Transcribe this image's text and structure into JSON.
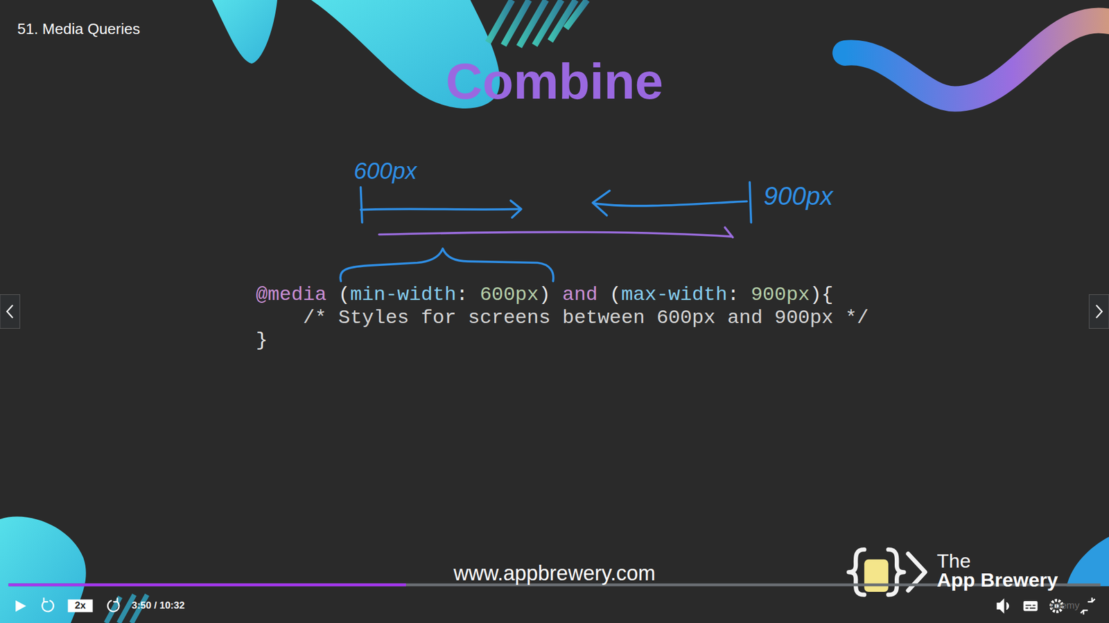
{
  "diagram": {
    "title": "Combine",
    "labels": [
      "51. Media Queries",
      "600px",
      "900px",
      "@media",
      "(",
      "min-width",
      ":",
      "600px",
      ")",
      "and",
      "(",
      "max-width",
      ":",
      "900px",
      "){",
      "/* Styles for screens between 600px and 900px */",
      "}",
      "www.appbrewery.com",
      "The",
      "App Brewery",
      "2x",
      "3:50 / 10:32",
      "udemy"
    ]
  }
}
